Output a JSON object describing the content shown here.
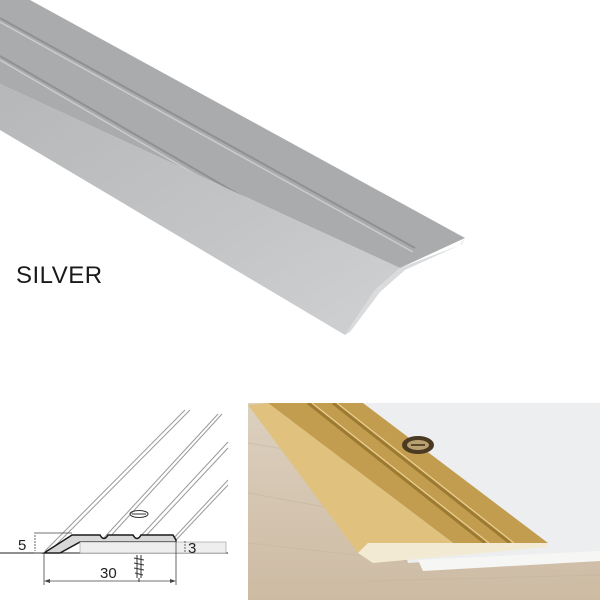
{
  "product": {
    "color_label": "SILVER",
    "colors": {
      "silver_top": "#a9abad",
      "silver_face": "#bfc1c3",
      "silver_groove": "#9ea0a2",
      "gold_top": "#c8a45a",
      "gold_face": "#e3c98a",
      "floor_wood": "#d8cbb8",
      "carpet": "#eef0f2"
    }
  },
  "diagram": {
    "height_label": "5",
    "step_label": "3",
    "width_label": "30"
  }
}
